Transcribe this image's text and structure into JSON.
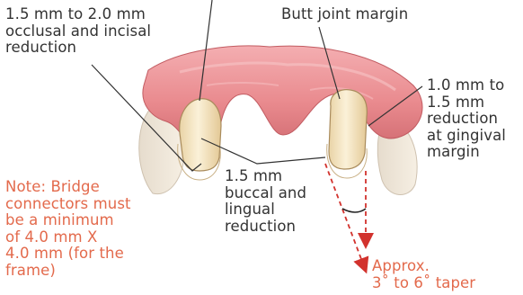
{
  "labels": {
    "occlusal": "1.5 mm to 2.0 mm\nocclusal and incisal\nreduction",
    "butt": "Butt joint margin",
    "gingival": "1.0 mm to\n1.5 mm\nreduction\nat gingival\nmargin",
    "buccal": "1.5 mm\nbuccal and\nlingual\nreduction",
    "note": "Note: Bridge\nconnectors must\nbe a minimum\nof 4.0 mm X\n4.0 mm (for the\nframe)",
    "taper": "Approx.\n3˚ to 6˚ taper"
  },
  "colors": {
    "label_text": "#333333",
    "note_text": "#e36a4c",
    "arrow": "#d2322d",
    "gum": "#e98a8e",
    "tooth": "#f3e2bf"
  }
}
